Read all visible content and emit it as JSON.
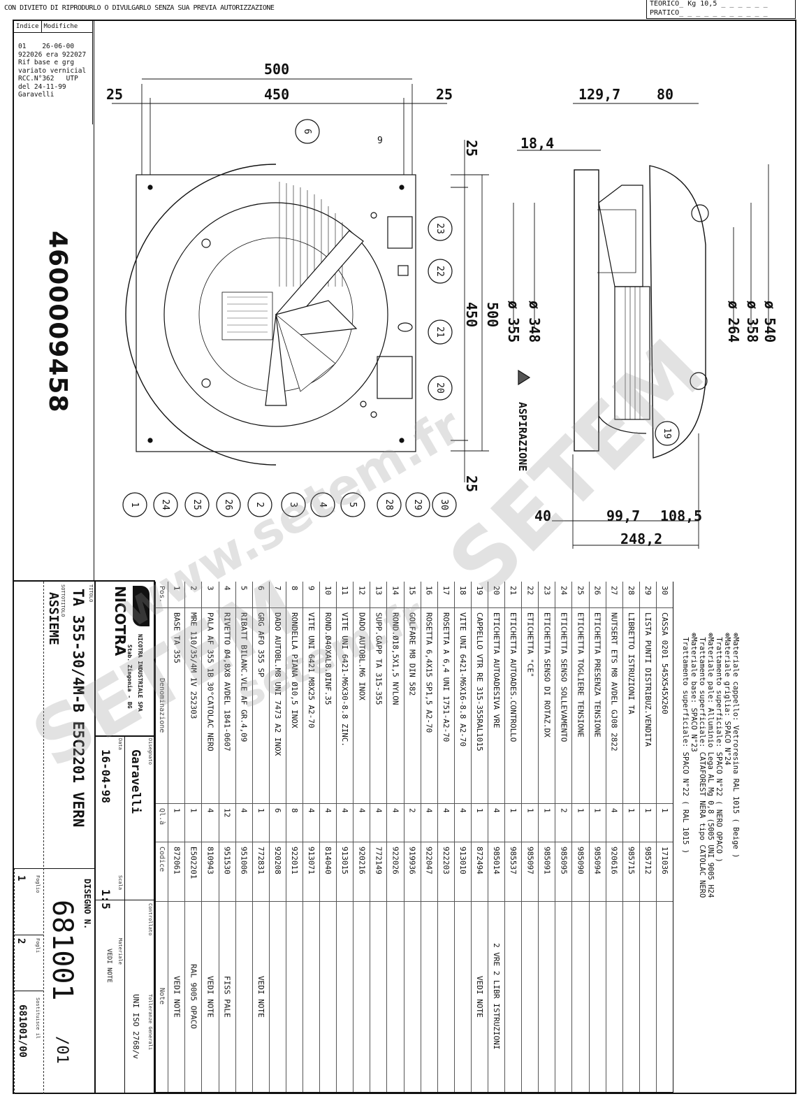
{
  "notice": "CON DIVIETO DI RIPRODURLO O DIVULGARLO SENZA SUA PREVIA AUTORIZZAZIONE",
  "weight": {
    "teorico_label": "TEORICO",
    "teorico_value": "Kg 10,5",
    "pratico_label": "PRATICO"
  },
  "revisions": {
    "header_index": "Indice",
    "header_changes": "Modifiche",
    "entry": "01    26-06-00\n922026 era 922027\nRif base e grg\nvariato vernicial\nRCC.N°362   UTP\ndel 24-11-99\nGaravelli"
  },
  "article_number": "4600009458",
  "dimensions": {
    "front": {
      "overall_width": "500",
      "hole_spacing": "450",
      "left_margin": "25",
      "right_margin": "25",
      "top_margin": "25",
      "bottom_margin": "25",
      "hole_spacing_v": "450",
      "overall_height": "500",
      "d_355": "ø 355",
      "d_348": "ø 348"
    },
    "side": {
      "d129": "129,7",
      "d80": "80",
      "d18": "18,4",
      "d264": "ø 264",
      "d358": "ø 358",
      "d540": "ø 540",
      "d40": "40",
      "d99": "99,7",
      "d108": "108,5",
      "d248": "248,2"
    },
    "flow_label": "ASPIRAZIONE"
  },
  "balloons": {
    "bottom": [
      "1",
      "24",
      "25",
      "26",
      "2",
      "3",
      "4",
      "5",
      "28",
      "29",
      "30"
    ],
    "top": "6",
    "right": [
      "23",
      "22",
      "21",
      "20"
    ],
    "side": "19",
    "small_9": "9"
  },
  "bom": {
    "headers": {
      "pos": "Pos.",
      "name": "Denominazione",
      "qty": "Ql.à",
      "code": "Codice",
      "note": "Note"
    },
    "parts": [
      {
        "pos": "1",
        "name": "BASE TA 355",
        "qty": "1",
        "code": "872061",
        "note": "VEDI NOTE"
      },
      {
        "pos": "2",
        "name": "MRE 110/35/4M 1V 252303",
        "qty": "1",
        "code": "E502201",
        "note": "RAL 9005 OPACO"
      },
      {
        "pos": "3",
        "name": "PALA AF 355 1B 30°CATOLAC NERO",
        "qty": "4",
        "code": "810943",
        "note": "VEDI NOTE"
      },
      {
        "pos": "4",
        "name": "RIVETTO Ø4,8X8 AVDEL 1841-0607",
        "qty": "12",
        "code": "951530",
        "note": "FISS PALE"
      },
      {
        "pos": "5",
        "name": "RIBATT BILANC.VLE AF GR.4,09",
        "qty": "4",
        "code": "951006",
        "note": ""
      },
      {
        "pos": "6",
        "name": "GRG AFO 355 SP",
        "qty": "1",
        "code": "772831",
        "note": "VEDI NOTE"
      },
      {
        "pos": "7",
        "name": "DADO AUTOBL.M8 UNI 7473 A2 INOX",
        "qty": "6",
        "code": "920208",
        "note": ""
      },
      {
        "pos": "8",
        "name": "RONDELLA PIANA Ø10,5 INOX",
        "qty": "8",
        "code": "922011",
        "note": ""
      },
      {
        "pos": "9",
        "name": "VITE UNI 6421 M8X25 A2-70",
        "qty": "4",
        "code": "913071",
        "note": ""
      },
      {
        "pos": "10",
        "name": "ROND.Ø40XAL8.ØINF.35",
        "qty": "4",
        "code": "814040",
        "note": ""
      },
      {
        "pos": "11",
        "name": "VITE UNI 6421-M6X30-8.8 ZINC.",
        "qty": "4",
        "code": "913015",
        "note": ""
      },
      {
        "pos": "12",
        "name": "DADO AUTOBL.M6 INOX",
        "qty": "4",
        "code": "920216",
        "note": ""
      },
      {
        "pos": "13",
        "name": "SUPP.GAPP TA 315-355",
        "qty": "4",
        "code": "772149",
        "note": ""
      },
      {
        "pos": "14",
        "name": "ROND.Ø18,5X1,5 NYLON",
        "qty": "4",
        "code": "922026",
        "note": ""
      },
      {
        "pos": "15",
        "name": "GOLFARE M8 DIN 582",
        "qty": "2",
        "code": "919936",
        "note": ""
      },
      {
        "pos": "16",
        "name": "ROSETTA 6,4X15 SP1,5 A2-70",
        "qty": "4",
        "code": "922047",
        "note": ""
      },
      {
        "pos": "17",
        "name": "ROSETTA A 6,4 UNI 1751-A2-70",
        "qty": "4",
        "code": "922203",
        "note": ""
      },
      {
        "pos": "18",
        "name": "VITE UNI 6421-M6X16-8.8 A2-70",
        "qty": "4",
        "code": "913010",
        "note": ""
      },
      {
        "pos": "19",
        "name": "CAPPELLO VTR RE 315-355RAL1015",
        "qty": "1",
        "code": "872494",
        "note": "VEDI NOTE"
      },
      {
        "pos": "20",
        "name": "ETICHETTA AUTOADESIVA VRE",
        "qty": "4",
        "code": "985014",
        "note": "2 VRE 2 LIBR ISTRUZIONI"
      },
      {
        "pos": "21",
        "name": "ETICHETTA AUTOADES.CONTROLLO",
        "qty": "1",
        "code": "985537",
        "note": ""
      },
      {
        "pos": "22",
        "name": "ETICHETTA \"CE\"",
        "qty": "1",
        "code": "985097",
        "note": ""
      },
      {
        "pos": "23",
        "name": "ETICHETTA SENSO DI ROTAZ.DX",
        "qty": "1",
        "code": "985091",
        "note": ""
      },
      {
        "pos": "24",
        "name": "ETICHETTA SENSO SOLLEVAMENTO",
        "qty": "2",
        "code": "985095",
        "note": ""
      },
      {
        "pos": "25",
        "name": "ETICHETTA TOGLIERE TENSIONE",
        "qty": "1",
        "code": "985090",
        "note": ""
      },
      {
        "pos": "26",
        "name": "ETICHETTA PRESENZA TENSIONE",
        "qty": "1",
        "code": "985094",
        "note": ""
      },
      {
        "pos": "27",
        "name": "NUTSERT ETS M8 AVDEL GJ08 2822",
        "qty": "4",
        "code": "920616",
        "note": ""
      },
      {
        "pos": "28",
        "name": "LIBRETTO ISTRUZIONI TA",
        "qty": "1",
        "code": "985715",
        "note": ""
      },
      {
        "pos": "29",
        "name": "LISTA PUNTI DISTRIBUZ.VENDITA",
        "qty": "1",
        "code": "985712",
        "note": ""
      },
      {
        "pos": "30",
        "name": "CASSA 0201 545X545X260",
        "qty": "1",
        "code": "171036",
        "note": ""
      }
    ]
  },
  "materials": [
    "⊗Materiale base: SPACO N°23\n Trattamento superficiale: SPACO N°22 ( RAL 1015 )",
    "⊗Materiale pale: Alluminio Lega AL Mg 0,8 (5005 UNI 9005 H24\n Trattamento superficiale: CATAFOREST NERA tipo CATOLAC NERO",
    "⊗Materiale griglia: SPACO N°24\n Trattamento superficiale: SPACO N°22 ( NERO OPACO )",
    "⊗Materiale cappello: Vetroresina RAL 1015 ( Beige )"
  ],
  "title_block": {
    "logo": "NICOTRA",
    "company": "NICOTRA INDUSTRIALE SPA",
    "plant": "Stab. Zingonia - BG",
    "title_label": "TITOLO",
    "title": "TA 355-30/4M-B E5C2201 VERN",
    "subtitle_label": "SOTTOTITOLO",
    "subtitle": "ASSIEME",
    "drawn_label": "Disegnato",
    "drawn": "Garavelli",
    "date_label": "Data",
    "date": "16-04-98",
    "checked_label": "Controllato",
    "scale_label": "Scala",
    "scale": "1:5",
    "material_label": "Materiale",
    "material": "VEDI NOTE",
    "tolerance_label": "Tolleranze Generali",
    "tolerance": "UNI ISO 2768/v",
    "drawing_no_label": "DISEGNO N.",
    "drawing_no": "681001",
    "revision": "/01",
    "sheet_label": "Foglio",
    "sheet": "1",
    "sheets_label": "Fogli",
    "sheets": "2",
    "replaces_label": "Sostituisce il",
    "replaces": "681001/00"
  },
  "watermarks": [
    "www.setem.fr",
    "SETEM",
    "SETEM",
    "setem.fr"
  ]
}
